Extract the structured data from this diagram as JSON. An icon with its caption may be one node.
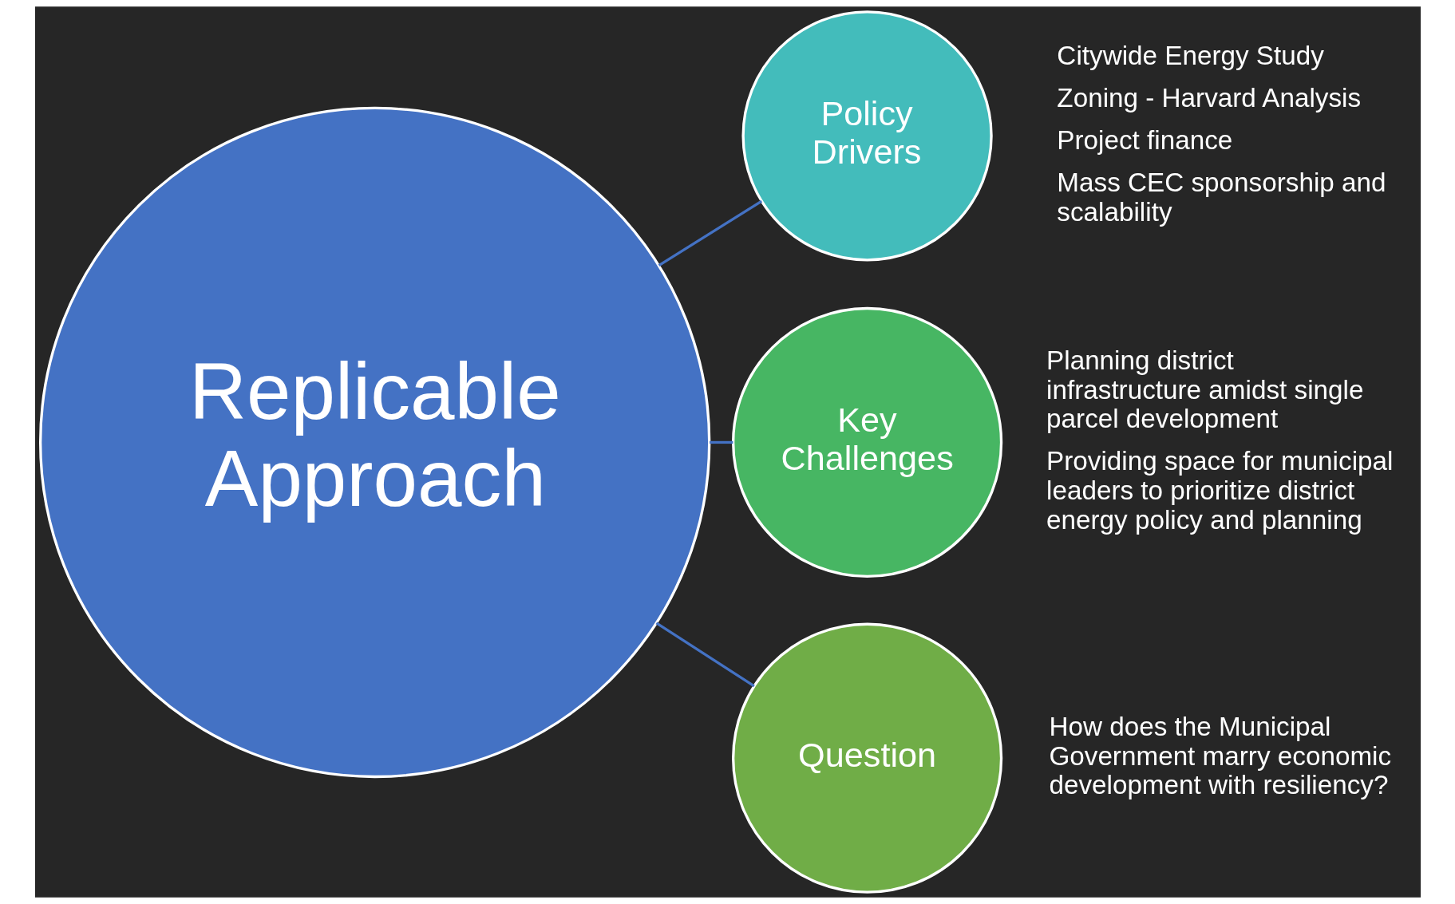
{
  "diagram": {
    "nodes": [
      {
        "text": [
          "Replicable Approach"
        ]
      },
      {
        "text": [
          "Policy Drivers"
        ],
        "beside": [
          "Citywide Energy Study",
          "Zoning - Harvard Analysis",
          "Project finance",
          "Mass CEC sponsorship and scalability"
        ]
      },
      {
        "text": [
          "Key Challenges"
        ],
        "beside": [
          "Planning district infrastructure amidst single parcel development",
          "Providing space for municipal leaders to prioritize district energy policy and planning"
        ]
      },
      {
        "text": [
          "Question"
        ],
        "beside": [
          "How does the Municipal Government marry economic development with resiliency?"
        ]
      }
    ],
    "edges": [
      {
        "from": 0,
        "to": 1,
        "arrow": "none"
      },
      {
        "from": 0,
        "to": 2,
        "arrow": "none"
      },
      {
        "from": 0,
        "to": 3,
        "arrow": "none"
      }
    ]
  }
}
